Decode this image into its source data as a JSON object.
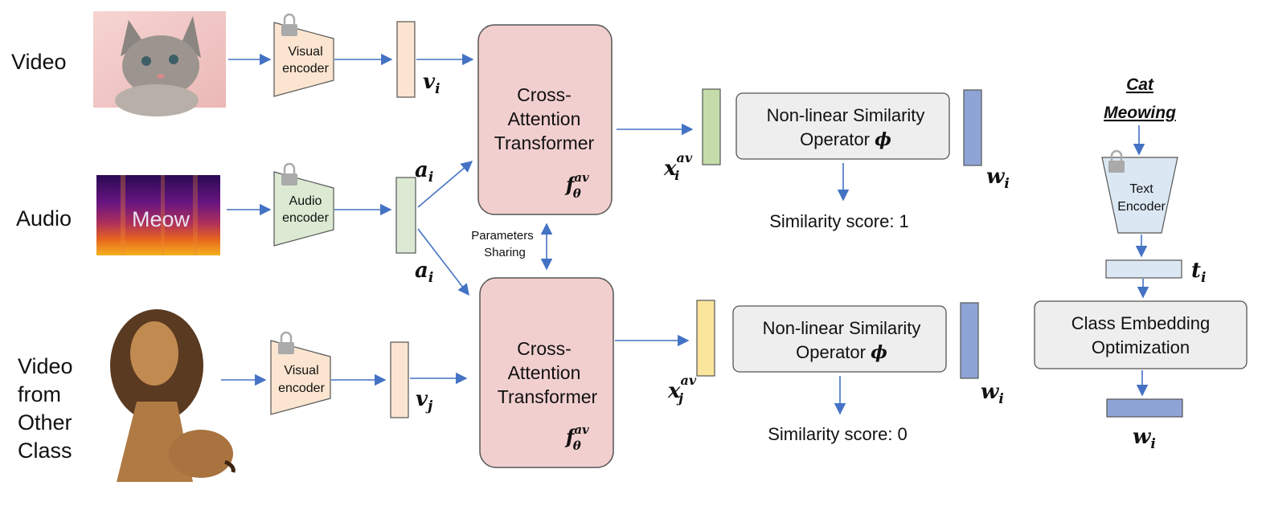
{
  "rows": {
    "video": "Video",
    "audio": "Audio",
    "other": [
      "Video",
      "from",
      "Other",
      "Class"
    ]
  },
  "images": {
    "spectrogram_text": "Meow"
  },
  "encoders": {
    "visual": [
      "Visual",
      "encoder"
    ],
    "audio": [
      "Audio",
      "encoder"
    ],
    "text": [
      "Text",
      "Encoder"
    ]
  },
  "transformer": {
    "label": [
      "Cross-",
      "Attention",
      "Transformer"
    ],
    "func": {
      "base": "f",
      "sub": "θ",
      "sup": "av"
    }
  },
  "sharing": [
    "Parameters",
    "Sharing"
  ],
  "vectors": {
    "v_i": {
      "base": "v",
      "sub": "i"
    },
    "a_i": {
      "base": "a",
      "sub": "i"
    },
    "v_j": {
      "base": "v",
      "sub": "j"
    },
    "x_i_av": {
      "base": "x",
      "sub": "i",
      "sup": "av"
    },
    "x_j_av": {
      "base": "x",
      "sub": "j",
      "sup": "av"
    },
    "w_i": {
      "base": "w",
      "sub": "i"
    },
    "t_i": {
      "base": "t",
      "sub": "i"
    }
  },
  "operator": {
    "line1": "Non-linear Similarity",
    "line2": "Operator",
    "symbol": "ϕ"
  },
  "scores": {
    "top": "Similarity score: 1",
    "bottom": "Similarity score: 0"
  },
  "class_text": [
    "Cat",
    "Meowing"
  ],
  "class_opt": [
    "Class Embedding",
    "Optimization"
  ],
  "colors": {
    "arrow": "#4472c4",
    "transformer_fill": "#f2cfcf",
    "visual_encoder_fill": "#fbe5d0",
    "audio_encoder_fill": "#dcead3",
    "text_encoder_fill": "#dbe7f3",
    "operator_fill": "#eeeeee",
    "w_fill": "#8fa4d6",
    "x_i_fill": "#c4dcaa",
    "x_j_fill": "#fbe59c"
  }
}
